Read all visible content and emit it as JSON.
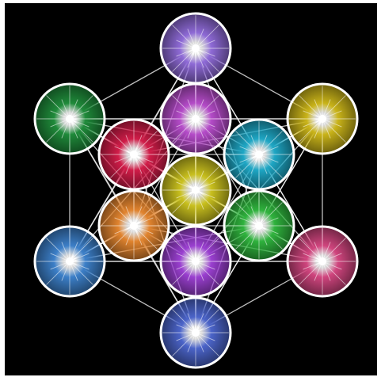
{
  "image": {
    "subject": "metatrons-cube",
    "background_color": "#000000",
    "line_color": "#ffffff",
    "outline_color": "#ffffff",
    "spheres": [
      {
        "name": "top-outer",
        "color": "#8e6ad6"
      },
      {
        "name": "upper-left-outer",
        "color": "#1f8a3a"
      },
      {
        "name": "upper-right-outer",
        "color": "#c9b319"
      },
      {
        "name": "lower-left-outer",
        "color": "#3c7fc8"
      },
      {
        "name": "lower-right-outer",
        "color": "#d0457e"
      },
      {
        "name": "bottom-outer",
        "color": "#4b64c9"
      },
      {
        "name": "top-inner",
        "color": "#b44bc8"
      },
      {
        "name": "upper-left-inner",
        "color": "#d01c48"
      },
      {
        "name": "upper-right-inner",
        "color": "#1ea6c4"
      },
      {
        "name": "lower-left-inner",
        "color": "#e0832e"
      },
      {
        "name": "lower-right-inner",
        "color": "#2fb23d"
      },
      {
        "name": "bottom-inner",
        "color": "#9a3fd0"
      },
      {
        "name": "center",
        "color": "#c9c01e"
      }
    ]
  }
}
